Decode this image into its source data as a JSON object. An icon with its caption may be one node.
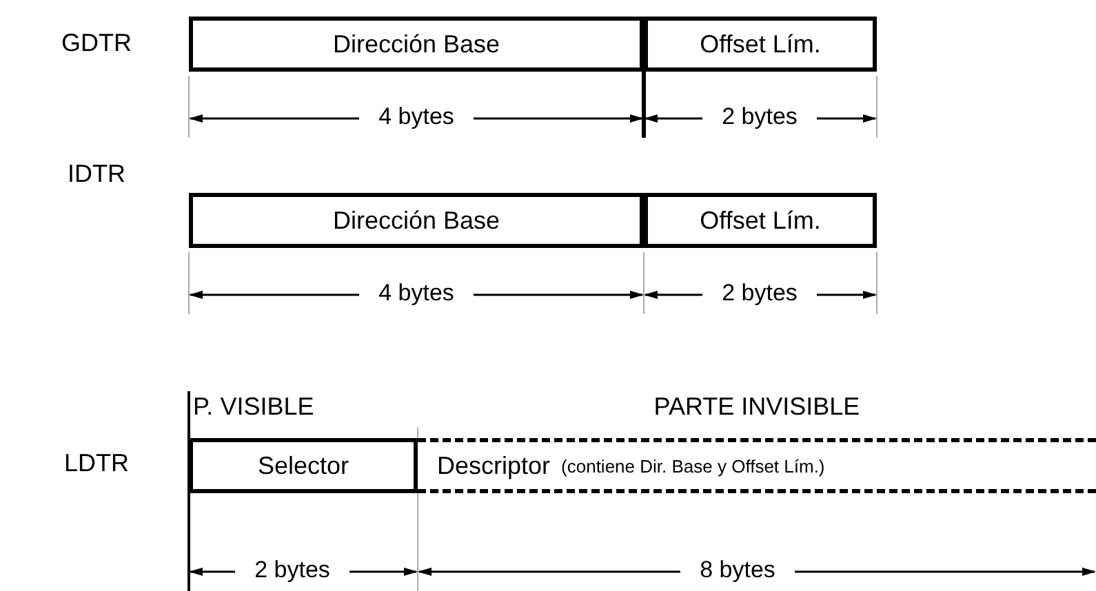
{
  "diagram": {
    "nodes": [
      {
        "text": [
          "Dirección Base"
        ]
      },
      {
        "text": [
          "Offset Lím."
        ]
      },
      {
        "text": [
          "Dirección Base"
        ]
      },
      {
        "text": [
          "Offset Lím."
        ]
      },
      {
        "text": [
          "Selector"
        ]
      },
      {
        "text": [
          "Descriptor",
          "(contiene Dir. Base y Offset Lím.)"
        ]
      }
    ],
    "edges": [],
    "labels": [
      "GDTR",
      "4 bytes",
      "2 bytes",
      "IDTR",
      "4 bytes",
      "2 bytes",
      "P. VISIBLE",
      "PARTE INVISIBLE",
      "LDTR",
      "2 bytes",
      "8 bytes"
    ]
  }
}
